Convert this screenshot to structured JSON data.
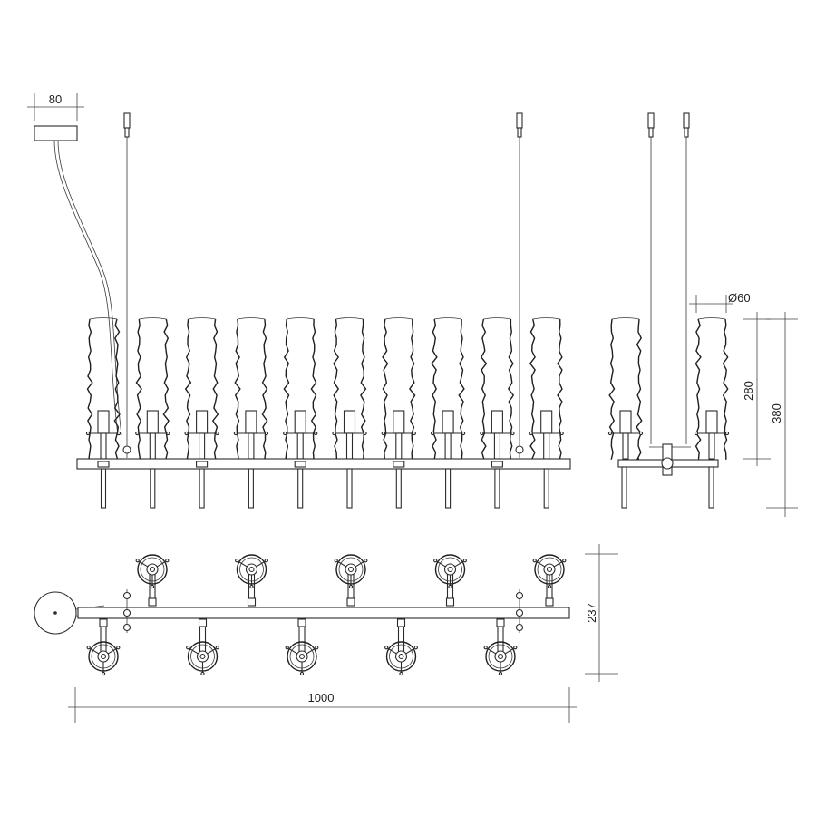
{
  "dimensions": {
    "canopy_width": "80",
    "glass_diameter": "Ø60",
    "glass_height": "280",
    "fixture_height": "380",
    "top_view_depth": "237",
    "overall_length": "1000"
  },
  "colors": {
    "line": "#2b2b2b",
    "background": "#ffffff"
  },
  "counts": {
    "front_shades": 10,
    "top_view_shades_per_row": 5
  }
}
